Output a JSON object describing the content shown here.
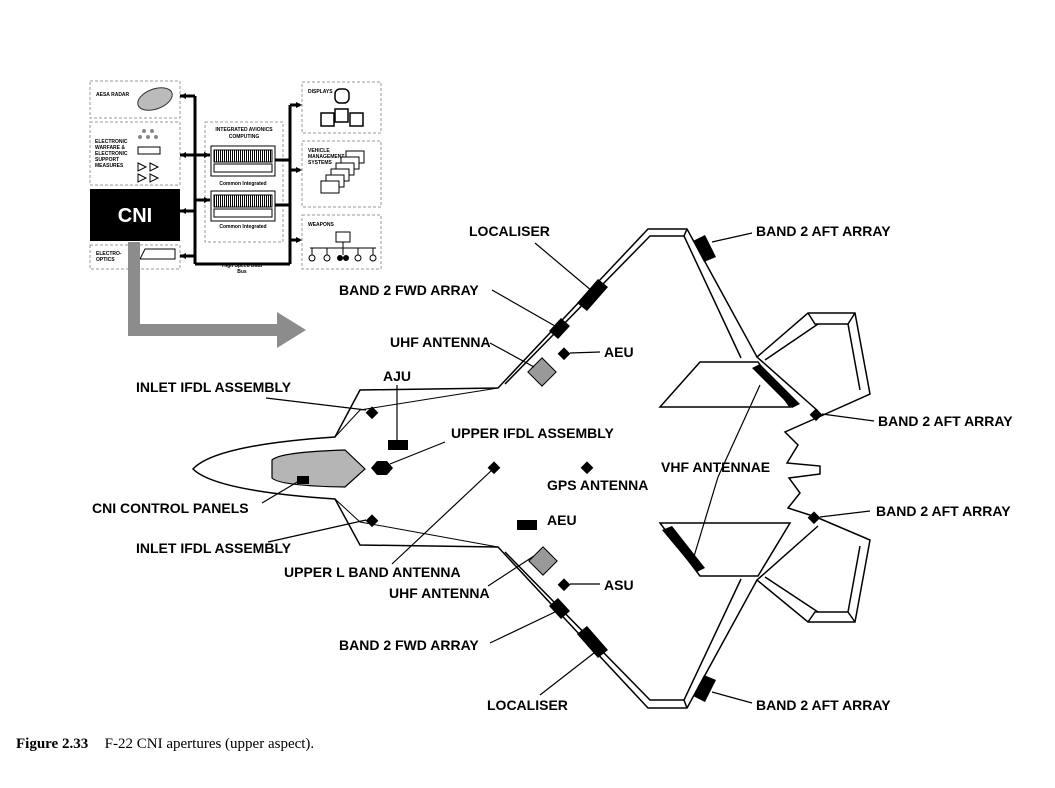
{
  "block_diagram": {
    "aesa_radar": "AESA RADAR",
    "ew_esm_1": "ELECTRONIC",
    "ew_esm_2": "WARFARE &",
    "ew_esm_3": "ELECTRONIC",
    "ew_esm_4": "SUPPORT",
    "ew_esm_5": "MEASURES",
    "cni": "CNI",
    "electro_optics_1": "ELECTRO-",
    "electro_optics_2": "OPTICS",
    "iac_1": "INTEGRATED AVIONICS",
    "iac_2": "COMPUTING",
    "cip_1": "Common Integrated",
    "cip_2": "Common Integrated",
    "bus_1": "High Speed Data",
    "bus_2": "Bus",
    "displays": "DISPLAYS",
    "vms_1": "VEHICLE",
    "vms_2": "MANAGEMENT",
    "vms_3": "SYSTEMS",
    "weapons": "WEAPONS"
  },
  "labels": {
    "localiser_top": "LOCALISER",
    "band2_aft_top": "BAND 2 AFT ARRAY",
    "band2_fwd_top": "BAND 2 FWD ARRAY",
    "uhf_top": "UHF ANTENNA",
    "aeu_top": "AEU",
    "aju": "AJU",
    "inlet_ifdl_top": "INLET IFDL ASSEMBLY",
    "band2_aft_right1": "BAND 2 AFT ARRAY",
    "upper_ifdl": "UPPER IFDL ASSEMBLY",
    "vhf": "VHF ANTENNAE",
    "gps": "GPS ANTENNA",
    "cni_control": "CNI CONTROL PANELS",
    "band2_aft_right2": "BAND 2 AFT ARRAY",
    "aeu_bottom": "AEU",
    "inlet_ifdl_bottom": "INLET IFDL ASSEMBLY",
    "upper_l_band": "UPPER L BAND ANTENNA",
    "uhf_bottom": "UHF ANTENNA",
    "asu": "ASU",
    "band2_fwd_bottom": "BAND 2 FWD ARRAY",
    "localiser_bottom": "LOCALISER",
    "band2_aft_bottom": "BAND 2 AFT ARRAY"
  },
  "caption": {
    "number": "Figure 2.33",
    "text": "F-22 CNI apertures (upper aspect)."
  }
}
